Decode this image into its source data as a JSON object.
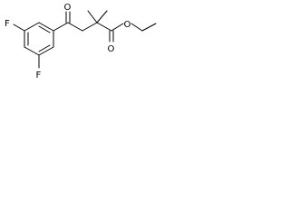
{
  "structure": {
    "atoms": {
      "oxygen_ketone": "O",
      "oxygen_ester_carbonyl": "O",
      "oxygen_ester_ether": "O",
      "fluorine_upper": "F",
      "fluorine_lower": "F"
    }
  }
}
